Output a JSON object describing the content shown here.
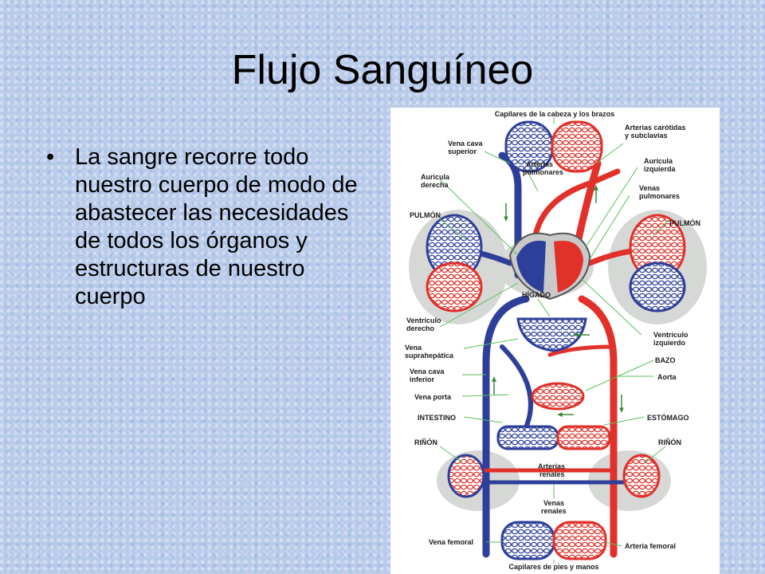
{
  "slide": {
    "title": "Flujo Sanguíneo",
    "bullet_symbol": "•",
    "bullet_text": "La sangre recorre todo nuestro cuerpo de modo de abastecer  las necesidades de todos los órganos y estructuras de nuestro cuerpo"
  },
  "diagram": {
    "colors": {
      "venous": "#2e3f9a",
      "arterial": "#e0312a",
      "leader": "#5bbf5b",
      "organ_shadow": "#d6d8d6"
    },
    "labels": {
      "capilares_cabeza": "Capilares de la cabeza y los brazos",
      "vena_cava_superior_1": "Vena cava",
      "vena_cava_superior_2": "superior",
      "arterias_pulmonares_1": "Arterias",
      "arterias_pulmonares_2": "pulmonares",
      "arterias_carotidas_1": "Arterias carótidas",
      "arterias_carotidas_2": "y subclavias",
      "auricula_izquierda_1": "Aurícula",
      "auricula_izquierda_2": "izquierda",
      "auricula_derecha_1": "Aurícula",
      "auricula_derecha_2": "derecha",
      "venas_pulmonares_1": "Venas",
      "venas_pulmonares_2": "pulmonares",
      "pulmon_izq": "PULMÓN",
      "pulmon_der": "PULMÓN",
      "higado": "HÍGADO",
      "ventriculo_derecho_1": "Ventrículo",
      "ventriculo_derecho_2": "derecho",
      "vena_suprahepatica_1": "Vena",
      "vena_suprahepatica_2": "suprahepática",
      "ventriculo_izquierdo_1": "Ventrículo",
      "ventriculo_izquierdo_2": "izquierdo",
      "bazo": "BAZO",
      "vena_cava_inferior_1": "Vena cava",
      "vena_cava_inferior_2": "inferior",
      "aorta": "Aorta",
      "vena_porta": "Vena porta",
      "intestino": "INTESTINO",
      "estomago": "ESTÓMAGO",
      "rinon_izq": "RIÑÓN",
      "rinon_der": "RIÑÓN",
      "arterias_renales_1": "Arterias",
      "arterias_renales_2": "renales",
      "venas_renales_1": "Venas",
      "venas_renales_2": "renales",
      "vena_femoral": "Vena femoral",
      "arteria_femoral": "Arteria femoral",
      "capilares_pies": "Capilares de pies y manos"
    }
  }
}
